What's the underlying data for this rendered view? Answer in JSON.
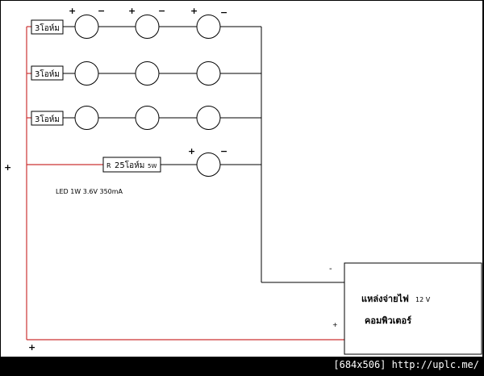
{
  "diagram": {
    "resistor_label": "3โอห์ม",
    "series_resistor": {
      "prefix": "R",
      "value": "25โอห์ม",
      "power": "5W"
    },
    "led_spec": "LED  1W  3.6V  350mA",
    "polarity_plus": "+",
    "polarity_minus": "−",
    "rail_plus": "+",
    "power_supply": {
      "minus": "-",
      "plus": "+",
      "title": "แหล่งจ่ายไฟ",
      "voltage": "12  V",
      "subtitle": "คอมพิวเตอร์"
    },
    "colors": {
      "positive_wire": "#cc3333",
      "negative_wire": "#000000",
      "background": "#ffffff"
    }
  },
  "footer": {
    "text": "[684x506] http://uplc.me/"
  }
}
